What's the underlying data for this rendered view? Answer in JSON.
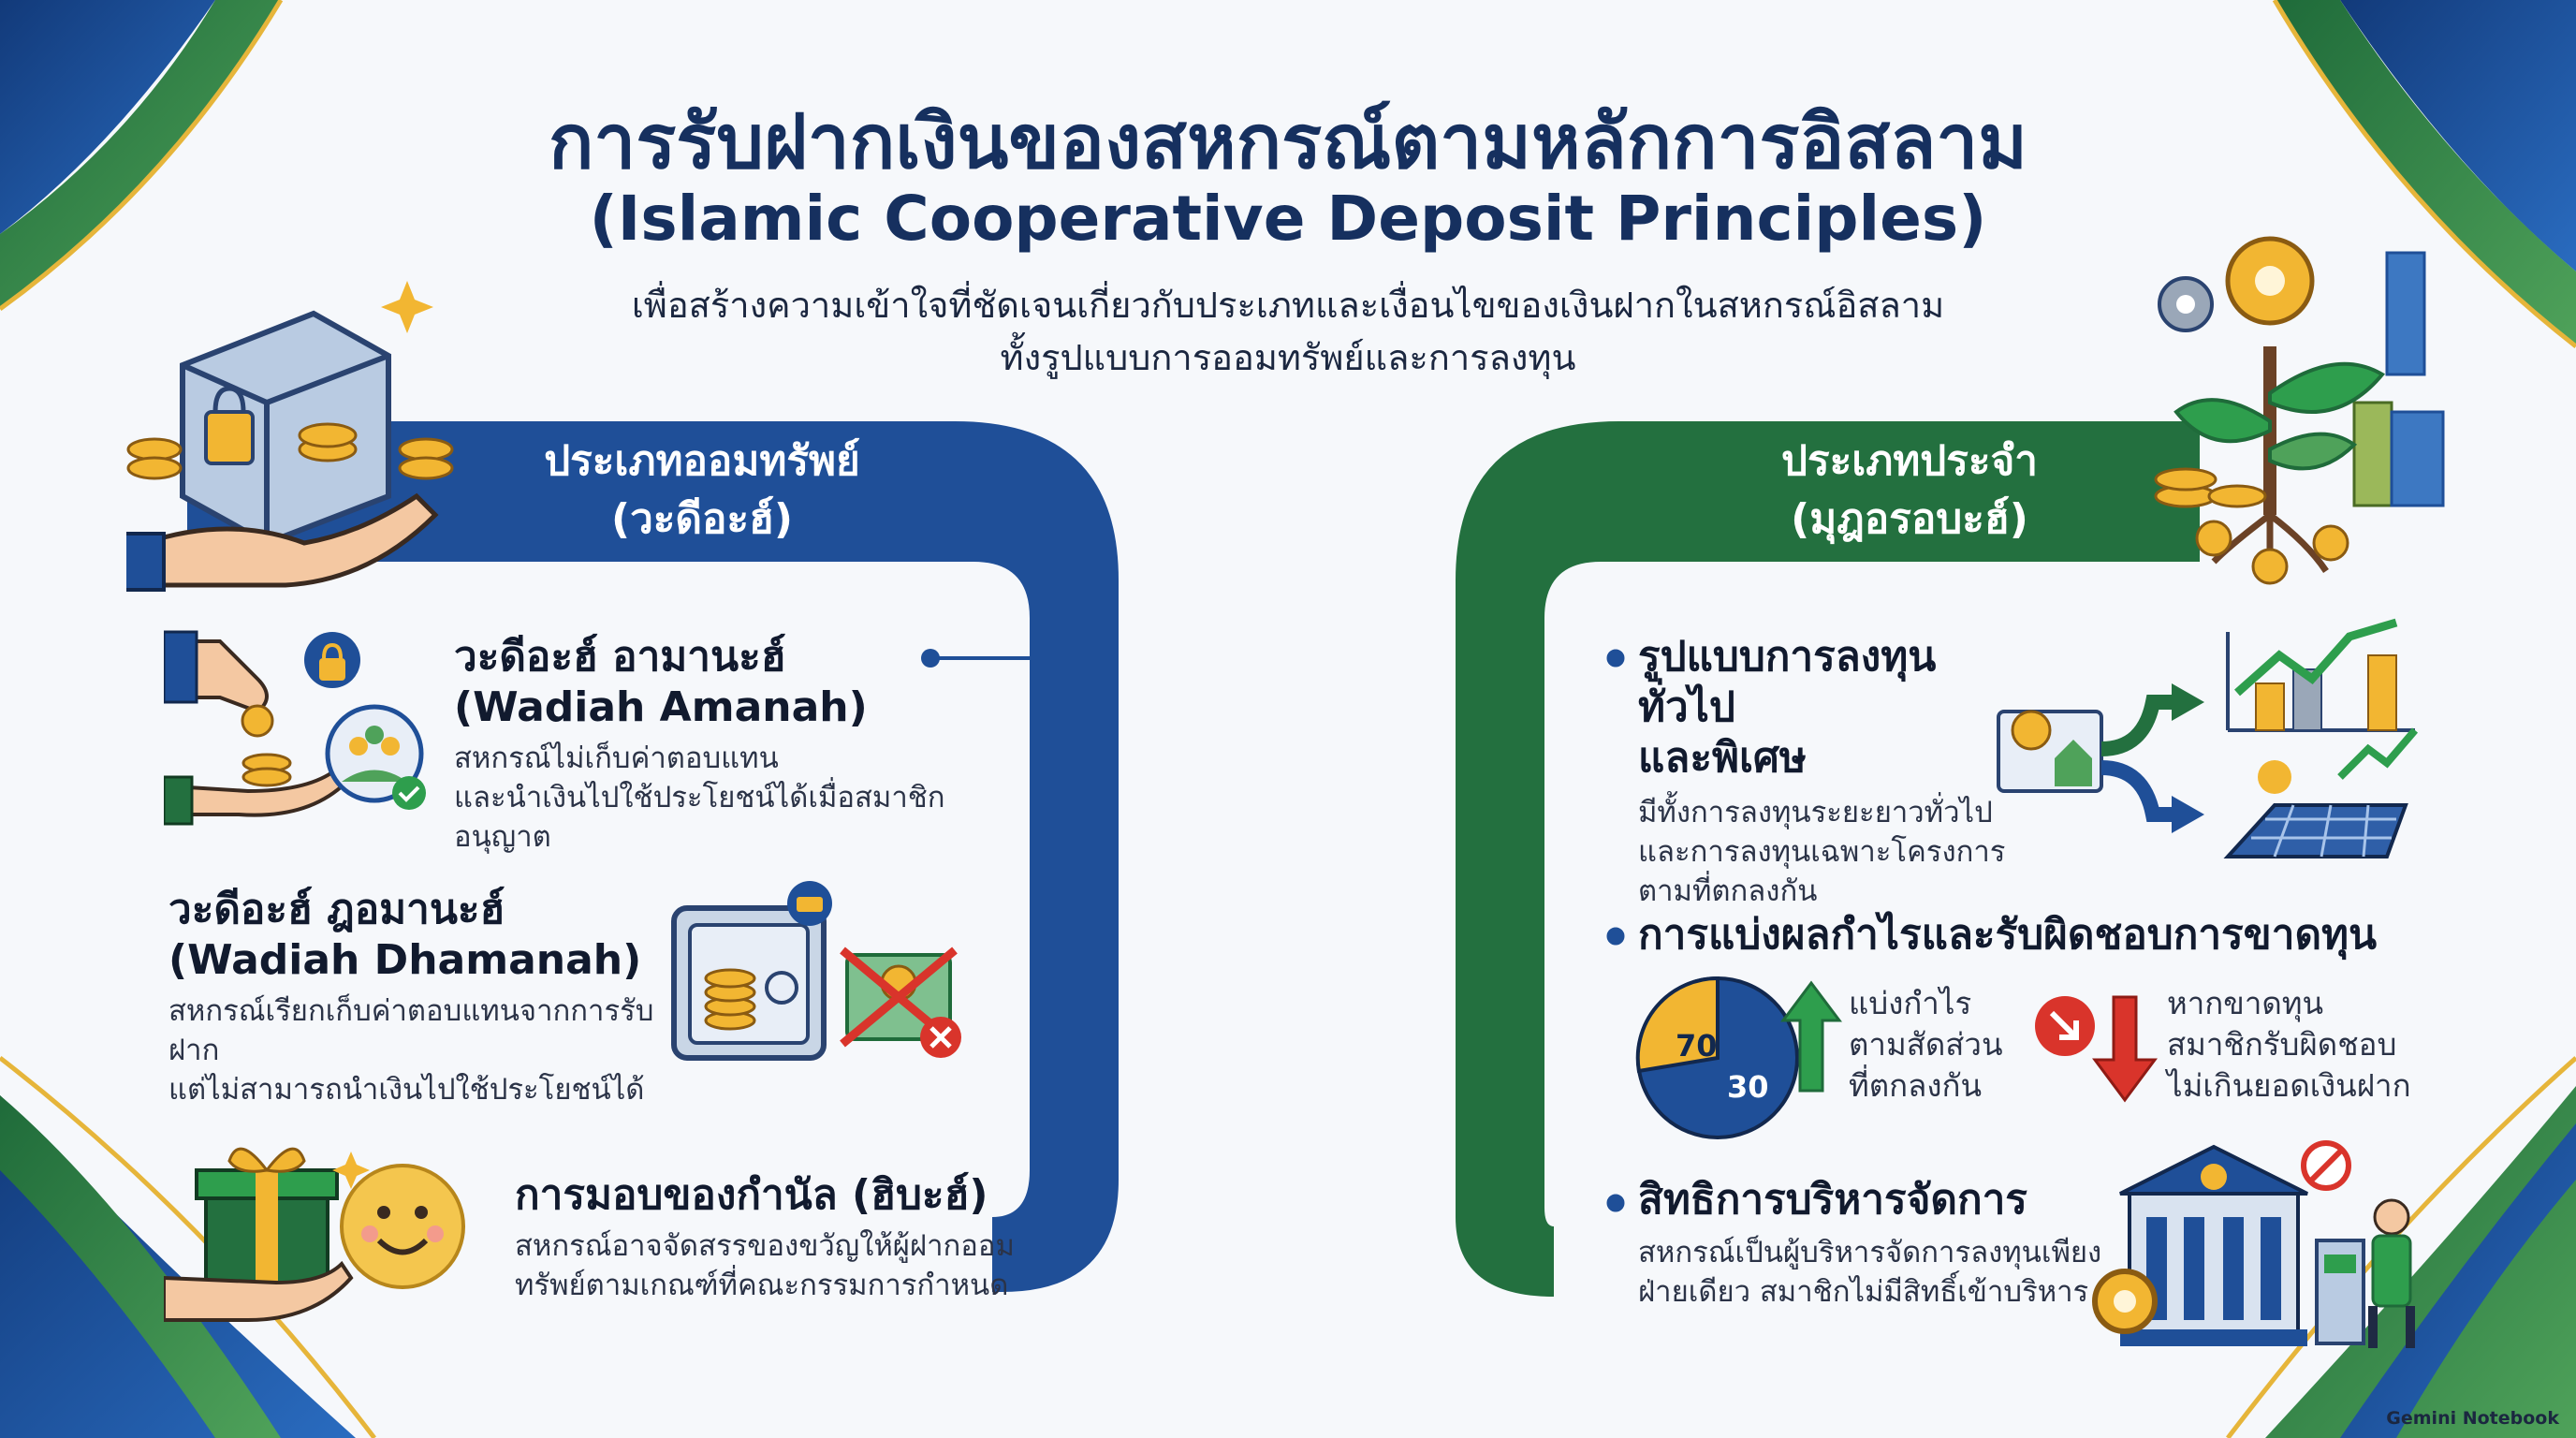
{
  "header": {
    "title_th": "การรับฝากเงินของสหกรณ์ตามหลักการอิสลาม",
    "title_en": "(Islamic Cooperative Deposit Principles)",
    "subtitle_line1": "เพื่อสร้างความเข้าใจที่ชัดเจนเกี่ยวกับประเภทและเงื่อนไขของเงินฝากในสหกรณ์อิสลาม",
    "subtitle_line2": "ทั้งรูปแบบการออมทรัพย์และการลงทุน"
  },
  "savings": {
    "band_line1": "ประเภทออมทรัพย์",
    "band_line2": "(วะดีอะฮ์)",
    "color": "#1f4f98",
    "items": [
      {
        "title_th": "วะดีอะฮ์ อามานะฮ์",
        "title_en": "(Wadiah Amanah)",
        "desc1": "สหกรณ์ไม่เก็บค่าตอบแทน",
        "desc2": "และนำเงินไปใช้ประโยชน์ได้เมื่อสมาชิกอนุญาต"
      },
      {
        "title_th": "วะดีอะฮ์ ฎอมานะฮ์",
        "title_en": "(Wadiah Dhamanah)",
        "desc1": "สหกรณ์เรียกเก็บค่าตอบแทนจากการรับฝาก",
        "desc2": "แต่ไม่สามารถนำเงินไปใช้ประโยชน์ได้"
      },
      {
        "title_th": "การมอบของกำนัล (ฮิบะฮ์)",
        "desc1": "สหกรณ์อาจจัดสรรของขวัญให้ผู้ฝากออม",
        "desc2": "ทรัพย์ตามเกณฑ์ที่คณะกรรมการกำหนด"
      }
    ]
  },
  "fixed": {
    "band_line1": "ประเภทประจำ",
    "band_line2": "(มุฎอรอบะฮ์)",
    "color": "#23703f",
    "items": [
      {
        "title1": "รูปแบบการลงทุนทั่วไป",
        "title2": "และพิเศษ",
        "desc1": "มีทั้งการลงทุนระยะยาวทั่วไป",
        "desc2": "และการลงทุนเฉพาะโครงการ",
        "desc3": "ตามที่ตกลงกัน"
      },
      {
        "title": "การแบ่งผลกำไรและรับผิดชอบการขาดทุน",
        "profit1": "แบ่งกำไร",
        "profit2": "ตามสัดส่วน",
        "profit3": "ที่ตกลงกัน",
        "loss1": "หากขาดทุน",
        "loss2": "สมาชิกรับผิดชอบ",
        "loss3": "ไม่เกินยอดเงินฝาก",
        "ratio_member": "70",
        "ratio_coop": "30"
      },
      {
        "title": "สิทธิการบริหารจัดการ",
        "desc1": "สหกรณ์เป็นผู้บริหารจัดการลงทุนเพียง",
        "desc2": "ฝ่ายเดียว สมาชิกไม่มีสิทธิ์เข้าบริหาร"
      }
    ]
  },
  "footer": {
    "brand": "Gemini Notebook"
  },
  "colors": {
    "navy": "#16305f",
    "gold": "#f2b632",
    "green": "#23703f",
    "blue": "#1f4f98"
  }
}
